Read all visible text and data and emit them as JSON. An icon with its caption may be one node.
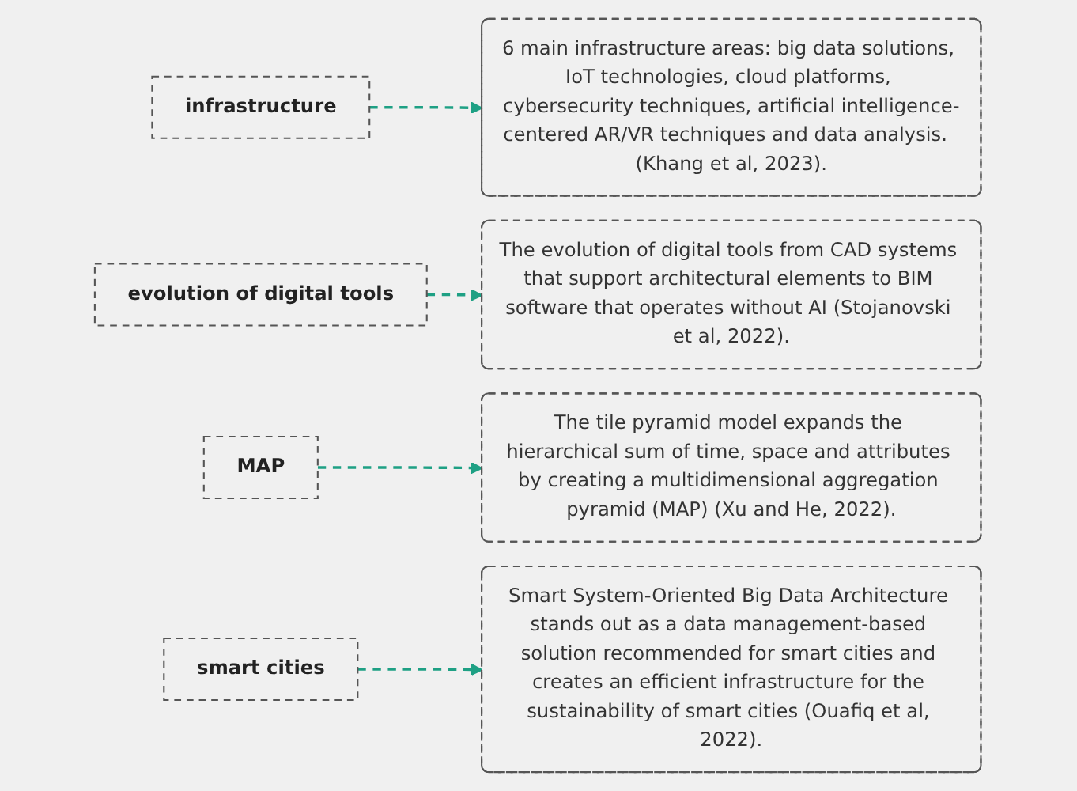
{
  "diagram": {
    "nodes": [
      {
        "text": [
          "infrastructure"
        ]
      },
      {
        "text": [
          "6 main infrastructure areas: big data solutions, IoT technologies, cloud platforms, cybersecurity techniques, artificial intelligence-centered AR/VR techniques and data analysis.  (Khang et al, 2023)."
        ]
      },
      {
        "text": [
          "evolution of digital tools"
        ]
      },
      {
        "text": [
          "The evolution of digital tools from CAD systems that support architectural elements to BIM software that operates without AI (Stojanovski et al, 2022)."
        ]
      },
      {
        "text": [
          "MAP"
        ]
      },
      {
        "text": [
          "The tile pyramid model expands the hierarchical sum of time, space and attributes by creating a multidimensional aggregation pyramid (MAP) (Xu and He, 2022)."
        ]
      },
      {
        "text": [
          "smart cities"
        ]
      },
      {
        "text": [
          "Smart System-Oriented Big Data Architecture stands out as a data management-based solution recommended for smart cities and creates an efficient infrastructure for the sustainability of smart cities (Ouafiq et al, 2022)."
        ]
      }
    ],
    "edges": [
      {
        "from": 0,
        "to": 1,
        "arrow": "to",
        "style": "dashed",
        "color": "#1ea084"
      },
      {
        "from": 2,
        "to": 3,
        "arrow": "to",
        "style": "dashed",
        "color": "#1ea084"
      },
      {
        "from": 4,
        "to": 5,
        "arrow": "to",
        "style": "dashed",
        "color": "#1ea084"
      },
      {
        "from": 6,
        "to": 7,
        "arrow": "to",
        "style": "dashed",
        "color": "#1ea084"
      }
    ]
  }
}
